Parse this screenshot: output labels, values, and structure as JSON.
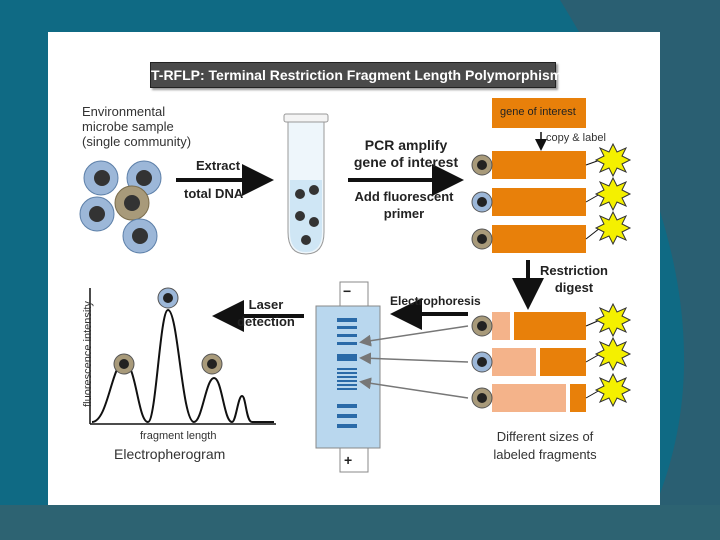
{
  "title": "T-RFLP: Terminal Restriction Fragment Length Polymorphism",
  "sample_label": [
    "Environmental",
    "microbe sample",
    "(single community)"
  ],
  "extract_label": [
    "Extract",
    "total DNA"
  ],
  "pcr_label": [
    "PCR amplify",
    "gene of interest"
  ],
  "primer_label": [
    "Add fluorescent",
    "primer"
  ],
  "gene_box_label": "gene of interest",
  "copy_label": "copy & label",
  "restriction_label": [
    "Restriction",
    "digest"
  ],
  "electrophoresis_label": "Electrophoresis",
  "laser_label": [
    "Laser",
    "detection"
  ],
  "gel_minus": "−",
  "gel_plus": "+",
  "y_axis_label": "fluorescence intensity",
  "x_axis_label": "fragment length",
  "electropherogram_label": "Electropherogram",
  "fragments_label": [
    "Different sizes of",
    "labeled fragments"
  ],
  "colors": {
    "background": "#0f6a84",
    "title_bar": "#4a4a4a",
    "gene_orange": "#e8800a",
    "fragment_light": "#f4b38a",
    "gel_blue": "#b9d7ee",
    "band_blue": "#2a6aa8",
    "star_yellow": "#f4f000"
  }
}
